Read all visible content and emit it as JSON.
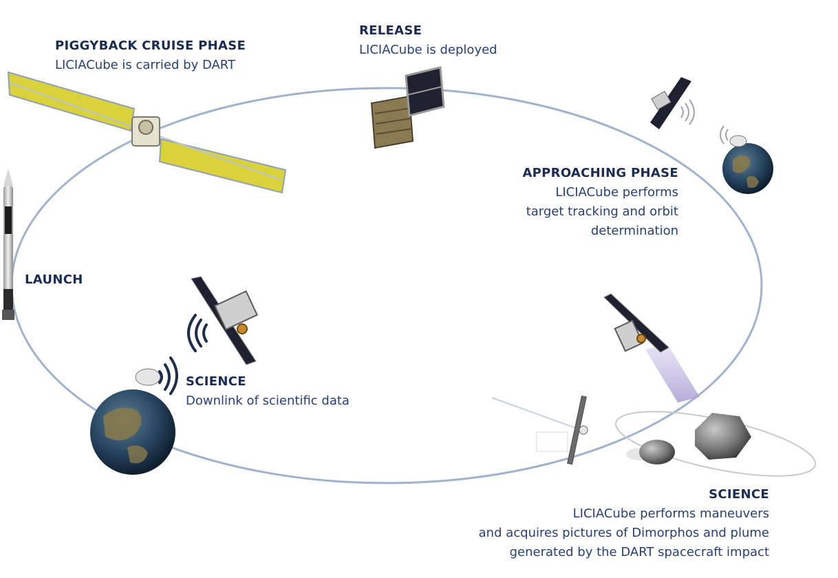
{
  "phases": {
    "piggyback": {
      "title": "PIGGYBACK  CRUISE PHASE",
      "desc": "LICIACube  is carried  by DART"
    },
    "release": {
      "title": "RELEASE",
      "desc": "LICIACube is deployed"
    },
    "approaching": {
      "title": "APPROACHING PHASE",
      "lines": [
        "LICIACube performs",
        "target tracking and orbit",
        "determination"
      ]
    },
    "launch": {
      "title": "LAUNCH"
    },
    "science_downlink": {
      "title": "SCIENCE",
      "desc": "Downlink of scientific data"
    },
    "science_impact": {
      "title": "SCIENCE",
      "lines": [
        "LICIACube performs maneuvers",
        "and acquires pictures of Dimorphos and plume",
        "generated by the DART spacecraft impact"
      ]
    }
  },
  "colors": {
    "trajectory": "#9fb3cf",
    "title_text": "#1a2b55",
    "body_text": "#26407a",
    "solar_panel": "#d9d23a",
    "earth_ocean": "#1f3a5c",
    "earth_land": "#8a7a4a",
    "asteroid": "#7a7a7a",
    "beam": "#b8aed6",
    "cube_panel": "#1e2230",
    "cube_body": "#c9c9c9"
  }
}
